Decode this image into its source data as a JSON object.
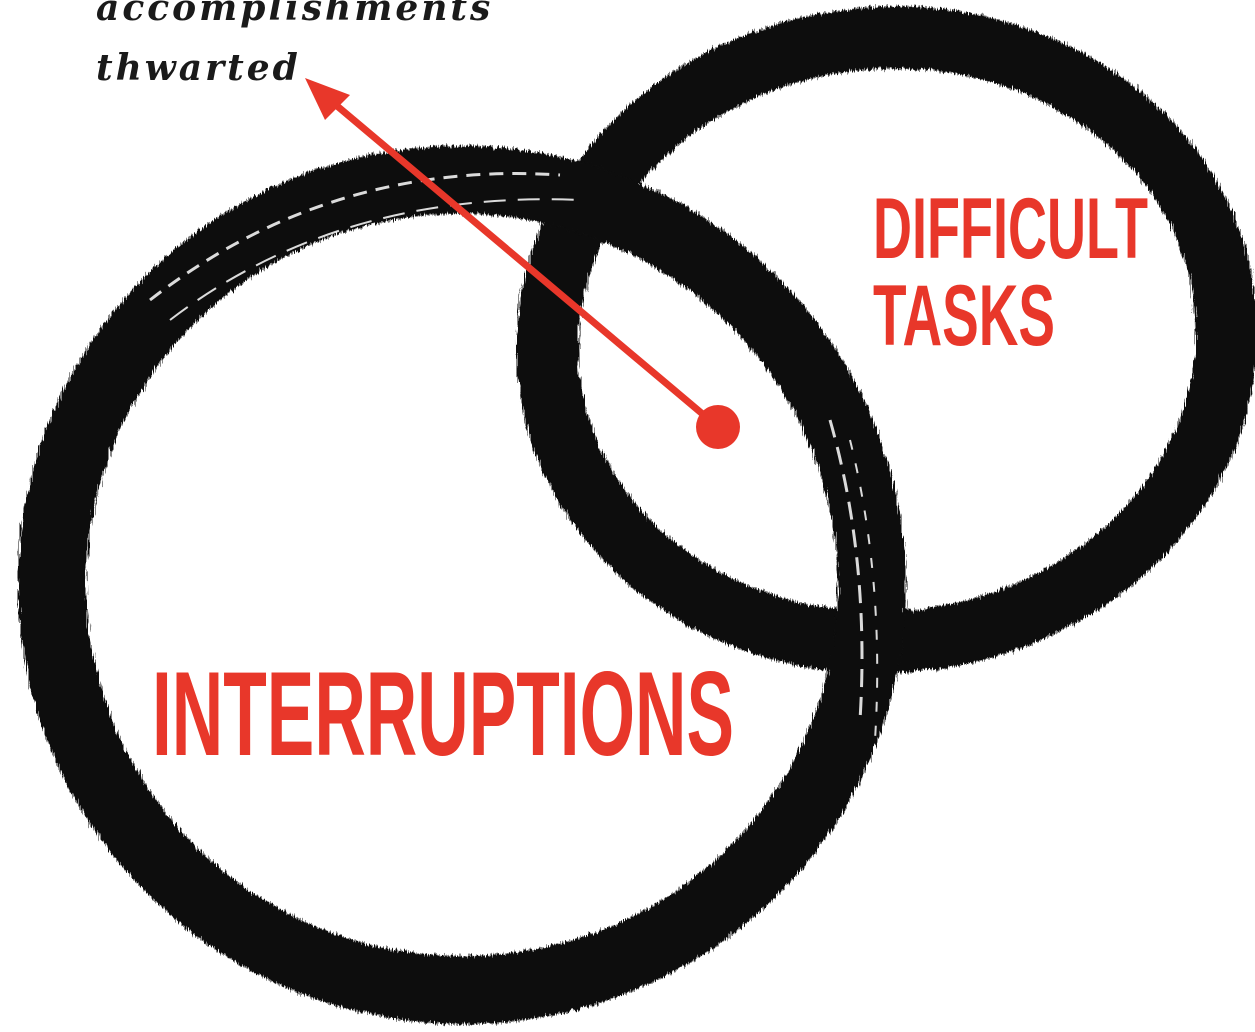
{
  "annotation": {
    "line1": "accomplishments",
    "line2": "thwarted"
  },
  "circles": {
    "left_label": "INTERRUPTIONS",
    "right_label_line1": "DIFFICULT",
    "right_label_line2": "TASKS"
  },
  "colors": {
    "accent": "#e8372a",
    "ink": "#111111",
    "background": "#ffffff"
  }
}
